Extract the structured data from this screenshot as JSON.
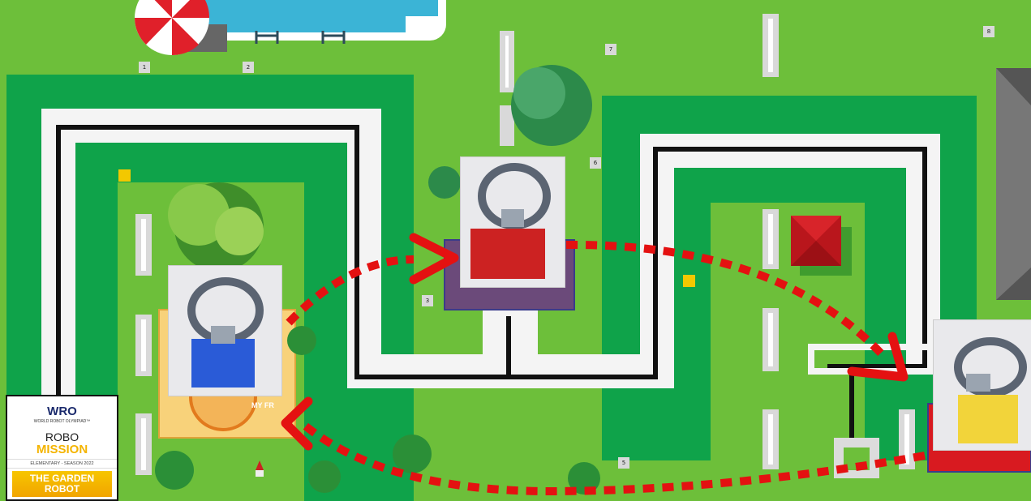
{
  "field": {
    "zone_tags": [
      "1",
      "2",
      "3",
      "5",
      "6",
      "7",
      "8"
    ]
  },
  "logo": {
    "wro": "WRO",
    "subtitle": "WORLD ROBOT OLYMPIAD™",
    "line1": "ROBO",
    "line2": "MISSION",
    "season": "ELEMENTARY - SEASON 2022",
    "theme_line1": "THE GARDEN",
    "theme_line2": "ROBOT"
  },
  "mat_text": "MY FR",
  "objects": [
    {
      "name": "blue-water-element",
      "color": "#2a5bd7"
    },
    {
      "name": "red-water-element",
      "color": "#cc2222"
    },
    {
      "name": "yellow-water-element",
      "color": "#f2d43a"
    }
  ],
  "colors": {
    "grass": "#6dbf3a",
    "dark_green": "#0fa34a",
    "line_black": "#111111",
    "path_red": "#e41111",
    "pool": "#3bb4d6"
  }
}
